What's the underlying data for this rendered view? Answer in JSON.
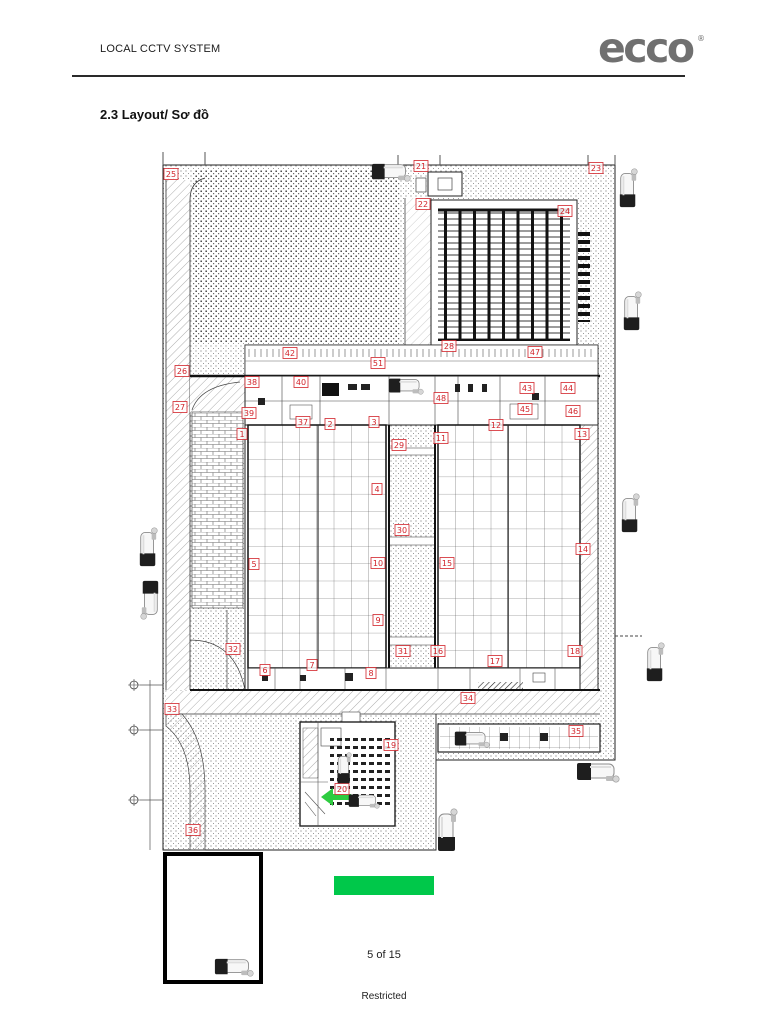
{
  "header": {
    "title": "LOCAL CCTV SYSTEM",
    "logo_text": "ecco",
    "logo_mark": "®"
  },
  "section": {
    "number": "2.3",
    "title": "Layout/ Sơ đồ"
  },
  "plan": {
    "camera_labels": [
      "25",
      "21",
      "23",
      "22",
      "24",
      "28",
      "42",
      "51",
      "47",
      "26",
      "38",
      "40",
      "43",
      "44",
      "48",
      "27",
      "39",
      "45",
      "46",
      "37",
      "2",
      "3",
      "12",
      "1",
      "11",
      "13",
      "29",
      "4",
      "30",
      "14",
      "5",
      "10",
      "15",
      "9",
      "32",
      "31",
      "16",
      "18",
      "17",
      "6",
      "7",
      "8",
      "34",
      "33",
      "35",
      "19",
      "20",
      "36"
    ],
    "icons": {
      "camera": "cctv-bullet-camera-icon",
      "arrow": "green-arrow-icon",
      "grid_reference": "grid-reference-icon"
    },
    "colors": {
      "marker": "#d2232a",
      "highlight_bar": "#00c84a",
      "arrow": "#2ecc40",
      "logo": "#707070"
    }
  },
  "footer": {
    "page": "5 of 15",
    "classification": "Restricted"
  }
}
